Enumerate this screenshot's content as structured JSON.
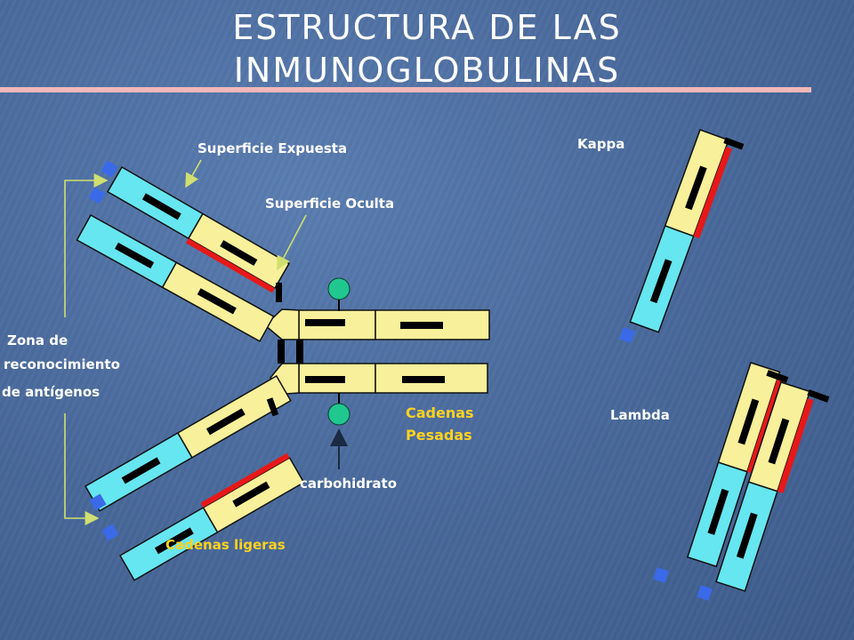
{
  "title": {
    "line1": "ESTRUCTURA DE  LAS",
    "line2": "INMUNOGLOBULINAS"
  },
  "labels": {
    "superficie_expuesta": "Superficie Expuesta",
    "superficie_oculta": "Superficie Oculta",
    "zona_1": "Zona de",
    "zona_2": "reconocimiento",
    "zona_3": "de antígenos",
    "cadenas_pesadas_1": "Cadenas",
    "cadenas_pesadas_2": "Pesadas",
    "carbohidrato": "carbohidrato",
    "cadenas_ligeras": "Cadenas ligeras",
    "kappa": "Kappa",
    "lambda": "Lambda"
  },
  "colors": {
    "background": "#4a6b9d",
    "title_text": "#ffffff",
    "title_rule": "#f2b8ba",
    "label_white": "#ffffff",
    "label_yellow": "#ffd21f",
    "cyan_domain": "#66e6f0",
    "yellow_domain": "#f8f09a",
    "ss_bond_red": "#e81818",
    "antigen_site_blue": "#3a6ae8",
    "carbohydrate_green": "#20c890",
    "arrow_green": "#d0e070"
  }
}
